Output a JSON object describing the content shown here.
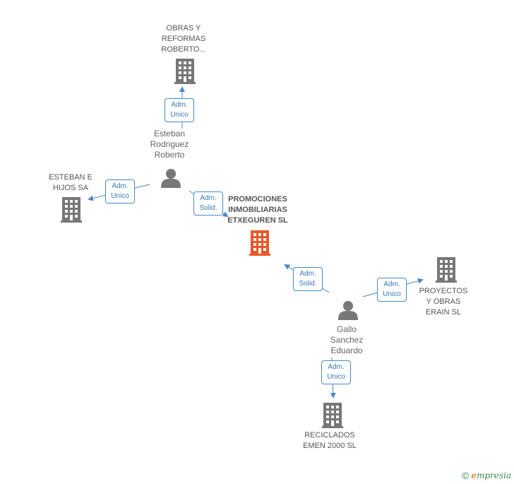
{
  "companies": {
    "obras": {
      "label": "OBRAS Y\nREFORMAS\nROBERTO..."
    },
    "esteban_hijos": {
      "label": "ESTEBAN E\nHIJOS SA"
    },
    "promociones": {
      "label": "PROMOCIONES\nINMOBILIARIAS\nETXEGUREN SL"
    },
    "proyectos": {
      "label": "PROYECTOS\nY OBRAS\nERAIN SL"
    },
    "reciclados": {
      "label": "RECICLADOS\nEMEN 2000 SL"
    }
  },
  "persons": {
    "esteban": {
      "label": "Esteban\nRodriguez\nRoberto"
    },
    "gallo": {
      "label": "Gallo\nSanchez\nEduardo"
    }
  },
  "roles": {
    "r1": "Adm.\nUnico",
    "r2": "Adm.\nUnico",
    "r3": "Adm.\nSolid.",
    "r4": "Adm.\nSolid.",
    "r5": "Adm.\nUnico",
    "r6": "Adm.\nUnico"
  },
  "colors": {
    "main_company": "#e8582a",
    "company": "#777777",
    "person": "#777777",
    "edge": "#4a88c8"
  },
  "footer": {
    "copyright_symbol": "©",
    "brand_first": "e",
    "brand_rest": "mpresia"
  }
}
